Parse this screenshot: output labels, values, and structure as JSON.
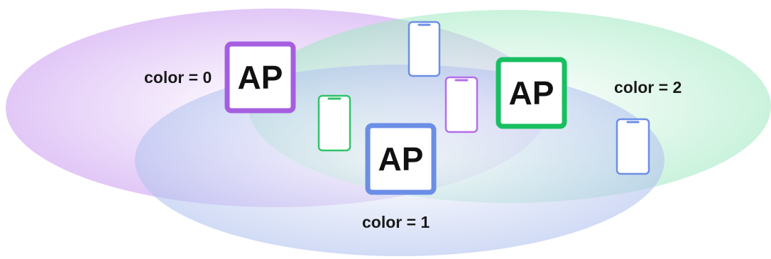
{
  "zones": [
    {
      "id": "purple",
      "label": "color = 0",
      "color": "#b36ee8"
    },
    {
      "id": "green",
      "label": "color = 2",
      "color": "#3ddc84"
    },
    {
      "id": "blue",
      "label": "color = 1",
      "color": "#7fa2e8"
    }
  ],
  "access_points": [
    {
      "text": "AP",
      "color": "#a55ee0"
    },
    {
      "text": "AP",
      "color": "#18bf60"
    },
    {
      "text": "AP",
      "color": "#6b8ee6"
    }
  ],
  "devices": [
    {
      "color": "#6b8ee6"
    },
    {
      "color": "#b36ee8"
    },
    {
      "color": "#2fc46a"
    },
    {
      "color": "#6b8ee6"
    }
  ]
}
